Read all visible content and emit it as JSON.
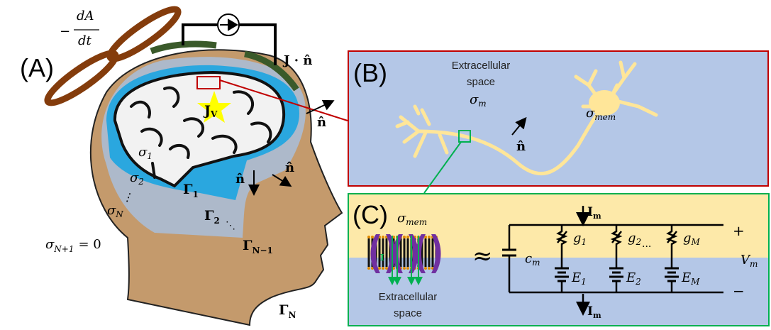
{
  "colors": {
    "skin": "#c49a6c",
    "csf_grey": "#adb9ca",
    "csf_blue": "#2aa7df",
    "brain": "#f2f2f2",
    "coil": "#843c0c",
    "electrode": "#3a5a2a",
    "panel_b_border": "#c00000",
    "panel_c_border": "#00b050",
    "panel_bg_blue": "#b4c7e7",
    "panel_bg_yellow": "#fde9a9",
    "neuron": "#ffe699",
    "star": "#ffff00"
  },
  "panel_a": {
    "label": "(A)",
    "coil_minus": "−",
    "coil_num": "dA",
    "coil_den": "dt",
    "electrode_flux": "J · n̂",
    "source_current": "J",
    "source_sub": "V",
    "normal": "n̂",
    "sigma": "σ",
    "sigma_subs": [
      "1",
      "2",
      "N"
    ],
    "sigma_out_sub": "N+1",
    "sigma_out_value": "= 0",
    "vdots": "⋮",
    "gamma": "Γ",
    "gamma_subs": [
      "1",
      "2",
      "N−1",
      "N"
    ],
    "dots": "⋱"
  },
  "panel_b": {
    "label": "(B)",
    "region_line1": "Extracellular",
    "region_line2": "space",
    "sigma": "σ",
    "sigma_sub": "m",
    "sigma_mem_sub": "mem",
    "normal": "n̂"
  },
  "panel_c": {
    "label": "(C)",
    "sigma": "σ",
    "sigma_mem_sub": "mem",
    "region_line1": "Extracellular",
    "region_line2": "space",
    "approx": "≈",
    "channel_current": "I",
    "current_label": "I",
    "current_sub": "m",
    "capacitance": "c",
    "capacitance_sub": "m",
    "conductances": [
      {
        "base": "g",
        "sub": "1"
      },
      {
        "base": "g",
        "sub": "2"
      },
      {
        "base": "g",
        "sub": "M"
      }
    ],
    "reversal": [
      {
        "base": "E",
        "sub": "1"
      },
      {
        "base": "E",
        "sub": "2"
      },
      {
        "base": "E",
        "sub": "M"
      }
    ],
    "ellipsis": "···",
    "plus": "+",
    "minus": "−",
    "voltage": "V",
    "voltage_sub": "m"
  }
}
